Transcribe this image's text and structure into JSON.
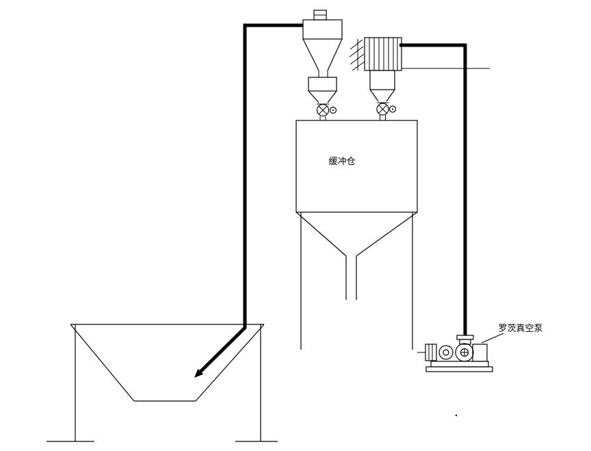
{
  "diagram": {
    "type": "process-flow-diagram",
    "subject": "vacuum pneumatic conveying system",
    "labels": {
      "buffer_bin": "缓冲仓",
      "vacuum_pump": "罗茨真空泵"
    },
    "colors": {
      "line": "#000000",
      "background": "#ffffff"
    },
    "components": [
      "feed-hopper",
      "suction-pipe",
      "cyclone-separator",
      "cyclone-rotary-valve",
      "bag-filter",
      "filter-rotary-valve",
      "buffer-silo",
      "vacuum-pipe",
      "vent-line",
      "roots-vacuum-pump"
    ]
  }
}
